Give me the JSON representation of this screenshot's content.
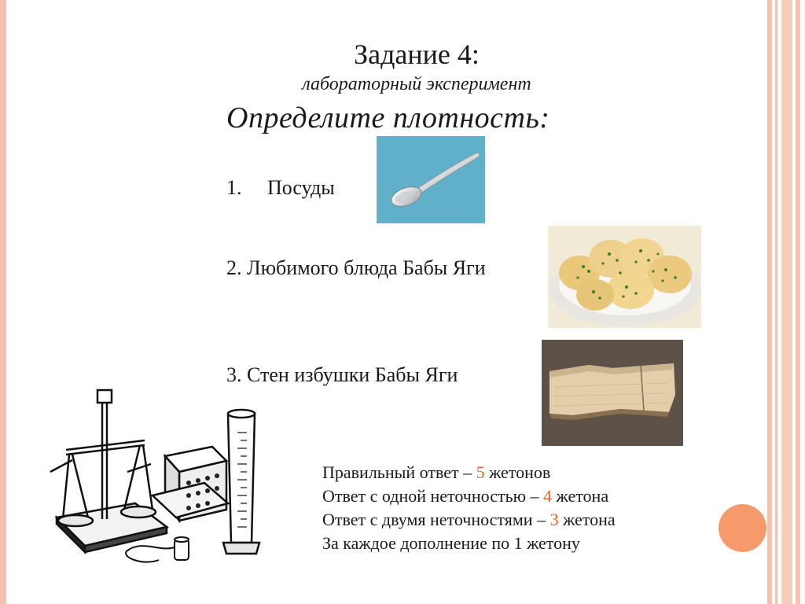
{
  "slide": {
    "title": "Задание 4:",
    "subtitle": "лабораторный эксперимент",
    "heading": "Определите плотность:",
    "items": [
      {
        "number": "1.",
        "text": "Посуды"
      },
      {
        "number": "",
        "text": "2. Любимого блюда Бабы Яги"
      },
      {
        "number": "",
        "text": "3. Стен избушки Бабы Яги"
      }
    ],
    "answers": [
      {
        "prefix": "Правильный ответ – ",
        "count": "5",
        "suffix": " жетонов"
      },
      {
        "prefix": "Ответ с одной неточностью – ",
        "count": "4",
        "suffix": " жетона"
      },
      {
        "prefix": "Ответ с двумя неточностями – ",
        "count": "3",
        "suffix": " жетона"
      },
      {
        "prefix": "За каждое дополнение по 1 жетону",
        "count": "",
        "suffix": ""
      }
    ]
  },
  "colors": {
    "accent": "#e8612c",
    "stripe": "#f3c3b0",
    "dot": "#f69a6c",
    "spoon_bg": "#5fb0c8"
  },
  "images": {
    "spoon": "spoon-photo",
    "potatoes": "boiled-potatoes-photo",
    "wood": "wood-plank-photo",
    "lab": "balance-scale-and-cylinder-drawing"
  }
}
